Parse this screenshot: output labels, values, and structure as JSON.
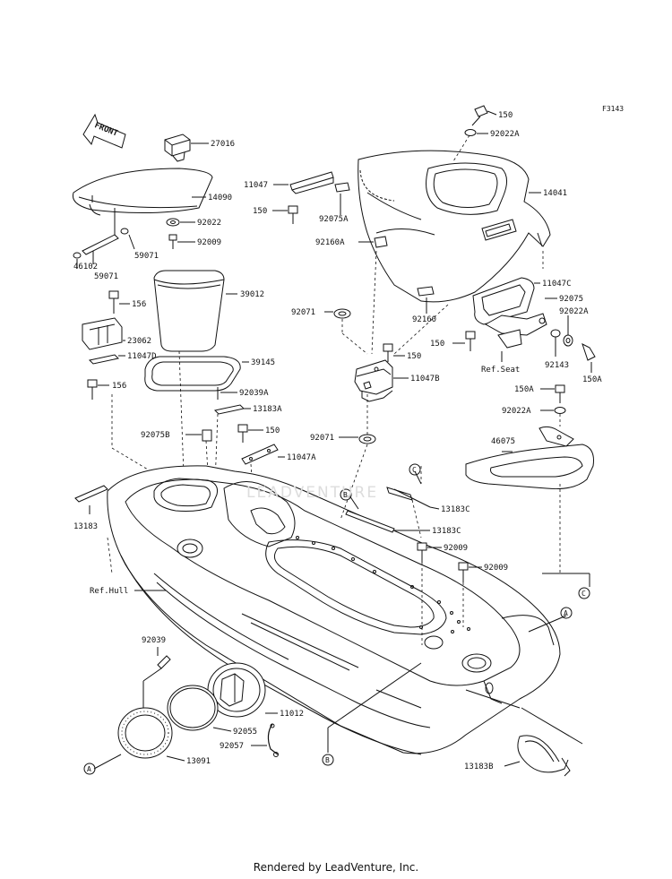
{
  "diagram_id": "F3143",
  "front_label": "FRONT",
  "watermark": "LEADVENTURE",
  "footer": "Rendered by LeadVenture, Inc.",
  "labels": {
    "p27016": "27016",
    "p14090": "14090",
    "p92022": "92022",
    "p92009a": "92009",
    "p59071a": "59071",
    "p46102": "46102",
    "p59071b": "59071",
    "p156a": "156",
    "p39012": "39012",
    "p23062": "23062",
    "p11047D": "11047D",
    "p156b": "156",
    "p39145": "39145",
    "p92039A": "92039A",
    "p13183A": "13183A",
    "p92075B": "92075B",
    "p150d": "150",
    "p11047A": "11047A",
    "p13183": "13183",
    "refHull": "Ref.Hull",
    "p92039": "92039",
    "p11012": "11012",
    "p92055": "92055",
    "p92057": "92057",
    "p13091": "13091",
    "p150a": "150",
    "p92022A": "92022A",
    "p11047": "11047",
    "p150b": "150",
    "p92075A": "92075A",
    "p14041": "14041",
    "p92160A": "92160A",
    "p11047C": "11047C",
    "p92075": "92075",
    "p92022Ab": "92022A",
    "p92071a": "92071",
    "p92160": "92160",
    "p150c": "150",
    "refSeat": "Ref.Seat",
    "p92143": "92143",
    "p150A": "150A",
    "p150c2": "150",
    "p11047B": "11047B",
    "p150Ab": "150A",
    "p92022Ac": "92022A",
    "p92071b": "92071",
    "p46075": "46075",
    "p13183Ca": "13183C",
    "p13183Cb": "13183C",
    "p92009b": "92009",
    "p92009c": "92009",
    "p13183B": "13183B",
    "calloutA1": "A",
    "calloutA2": "A",
    "calloutB1": "B",
    "calloutB2": "B",
    "calloutC1": "C",
    "calloutC2": "C"
  }
}
